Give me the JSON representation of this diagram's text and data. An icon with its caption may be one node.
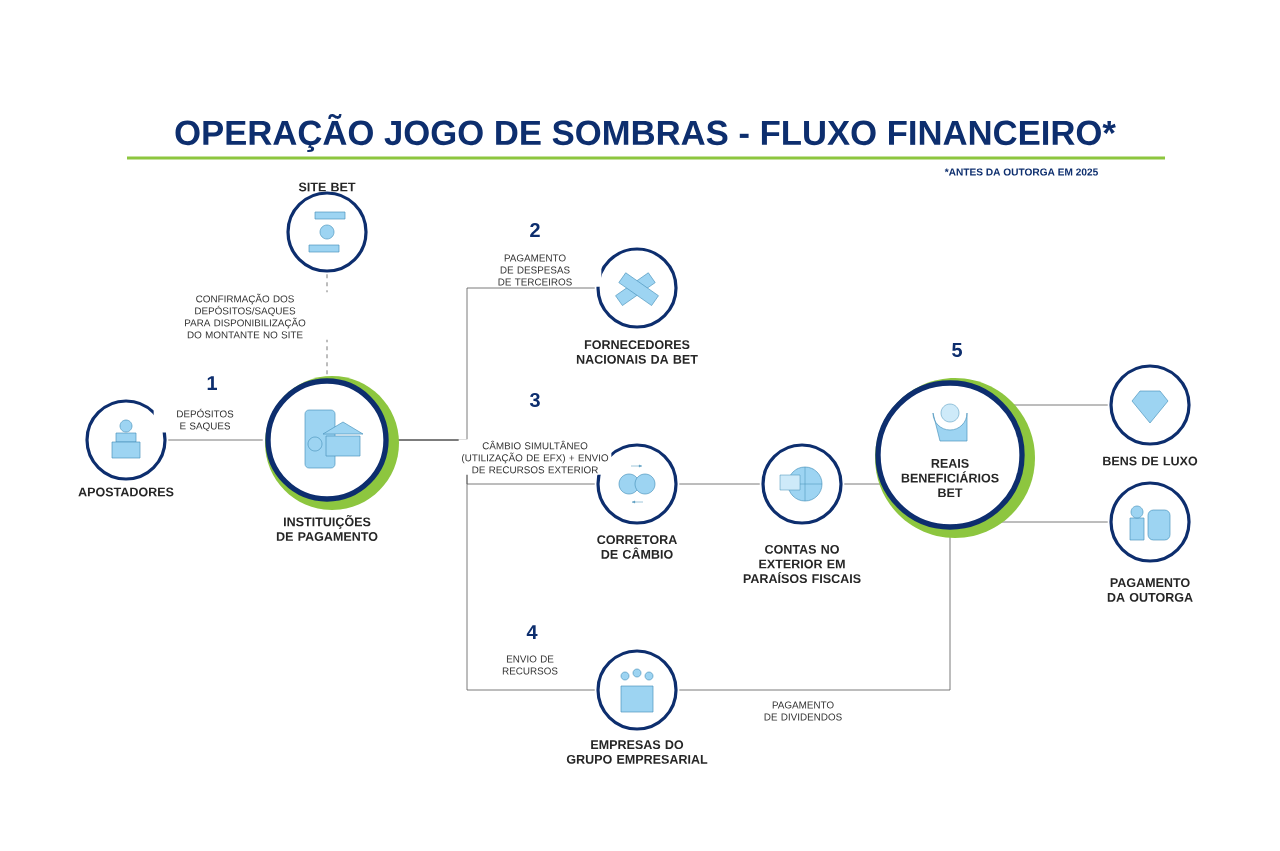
{
  "diagram": {
    "title": "OPERAÇÃO JOGO DE SOMBRAS - FLUXO FINANCEIRO*",
    "nodes": [
      {
        "text": [
          "APOSTADORES"
        ]
      },
      {
        "text": [
          "SITE BET"
        ]
      },
      {
        "text": [
          "INSTITUIÇÕES DE PAGAMENTO"
        ]
      },
      {
        "text": [
          "FORNECEDORES NACIONAIS DA BET"
        ]
      },
      {
        "text": [
          "CORRETORA DE CÂMBIO"
        ]
      },
      {
        "text": [
          "CONTAS NO EXTERIOR EM PARAÍSOS FISCAIS"
        ]
      },
      {
        "text": [
          "REAIS BENEFICIÁRIOS BET"
        ]
      },
      {
        "text": [
          "BENS DE LUXO"
        ]
      },
      {
        "text": [
          "PAGAMENTO DA OUTORGA"
        ]
      },
      {
        "text": [
          "EMPRESAS DO GRUPO EMPRESARIAL"
        ]
      }
    ],
    "edges": [
      {
        "from": 0,
        "to": 2,
        "arrow": "none",
        "label": "DEPÓSITOS E SAQUES"
      },
      {
        "from": 1,
        "to": 2,
        "arrow": "none",
        "style": "dashed",
        "label": "CONFIRMAÇÃO DOS DEPÓSITOS/SAQUES PARA DISPONIBILIZAÇÃO DO MONTANTE NO SITE"
      },
      {
        "from": 2,
        "to": 3,
        "arrow": "none",
        "label": "PAGAMENTO DE DESPESAS DE TERCEIROS"
      },
      {
        "from": 2,
        "to": 4,
        "arrow": "none",
        "label": "CÂMBIO SIMULTÂNEO (UTILIZAÇÃO DE EFX) + ENVIO DE RECURSOS EXTERIOR"
      },
      {
        "from": 2,
        "to": 9,
        "arrow": "none",
        "label": "ENVIO DE RECURSOS"
      },
      {
        "from": 4,
        "to": 5,
        "arrow": "none"
      },
      {
        "from": 5,
        "to": 6,
        "arrow": "none"
      },
      {
        "from": 6,
        "to": 7,
        "arrow": "none"
      },
      {
        "from": 6,
        "to": 8,
        "arrow": "none"
      },
      {
        "from": 9,
        "to": 6,
        "arrow": "none",
        "label": "PAGAMENTO DE DIVIDENDOS"
      }
    ],
    "labels": [
      "*ANTES DA OUTORGA EM 2025",
      "2",
      "1",
      "3",
      "5",
      "4"
    ]
  }
}
